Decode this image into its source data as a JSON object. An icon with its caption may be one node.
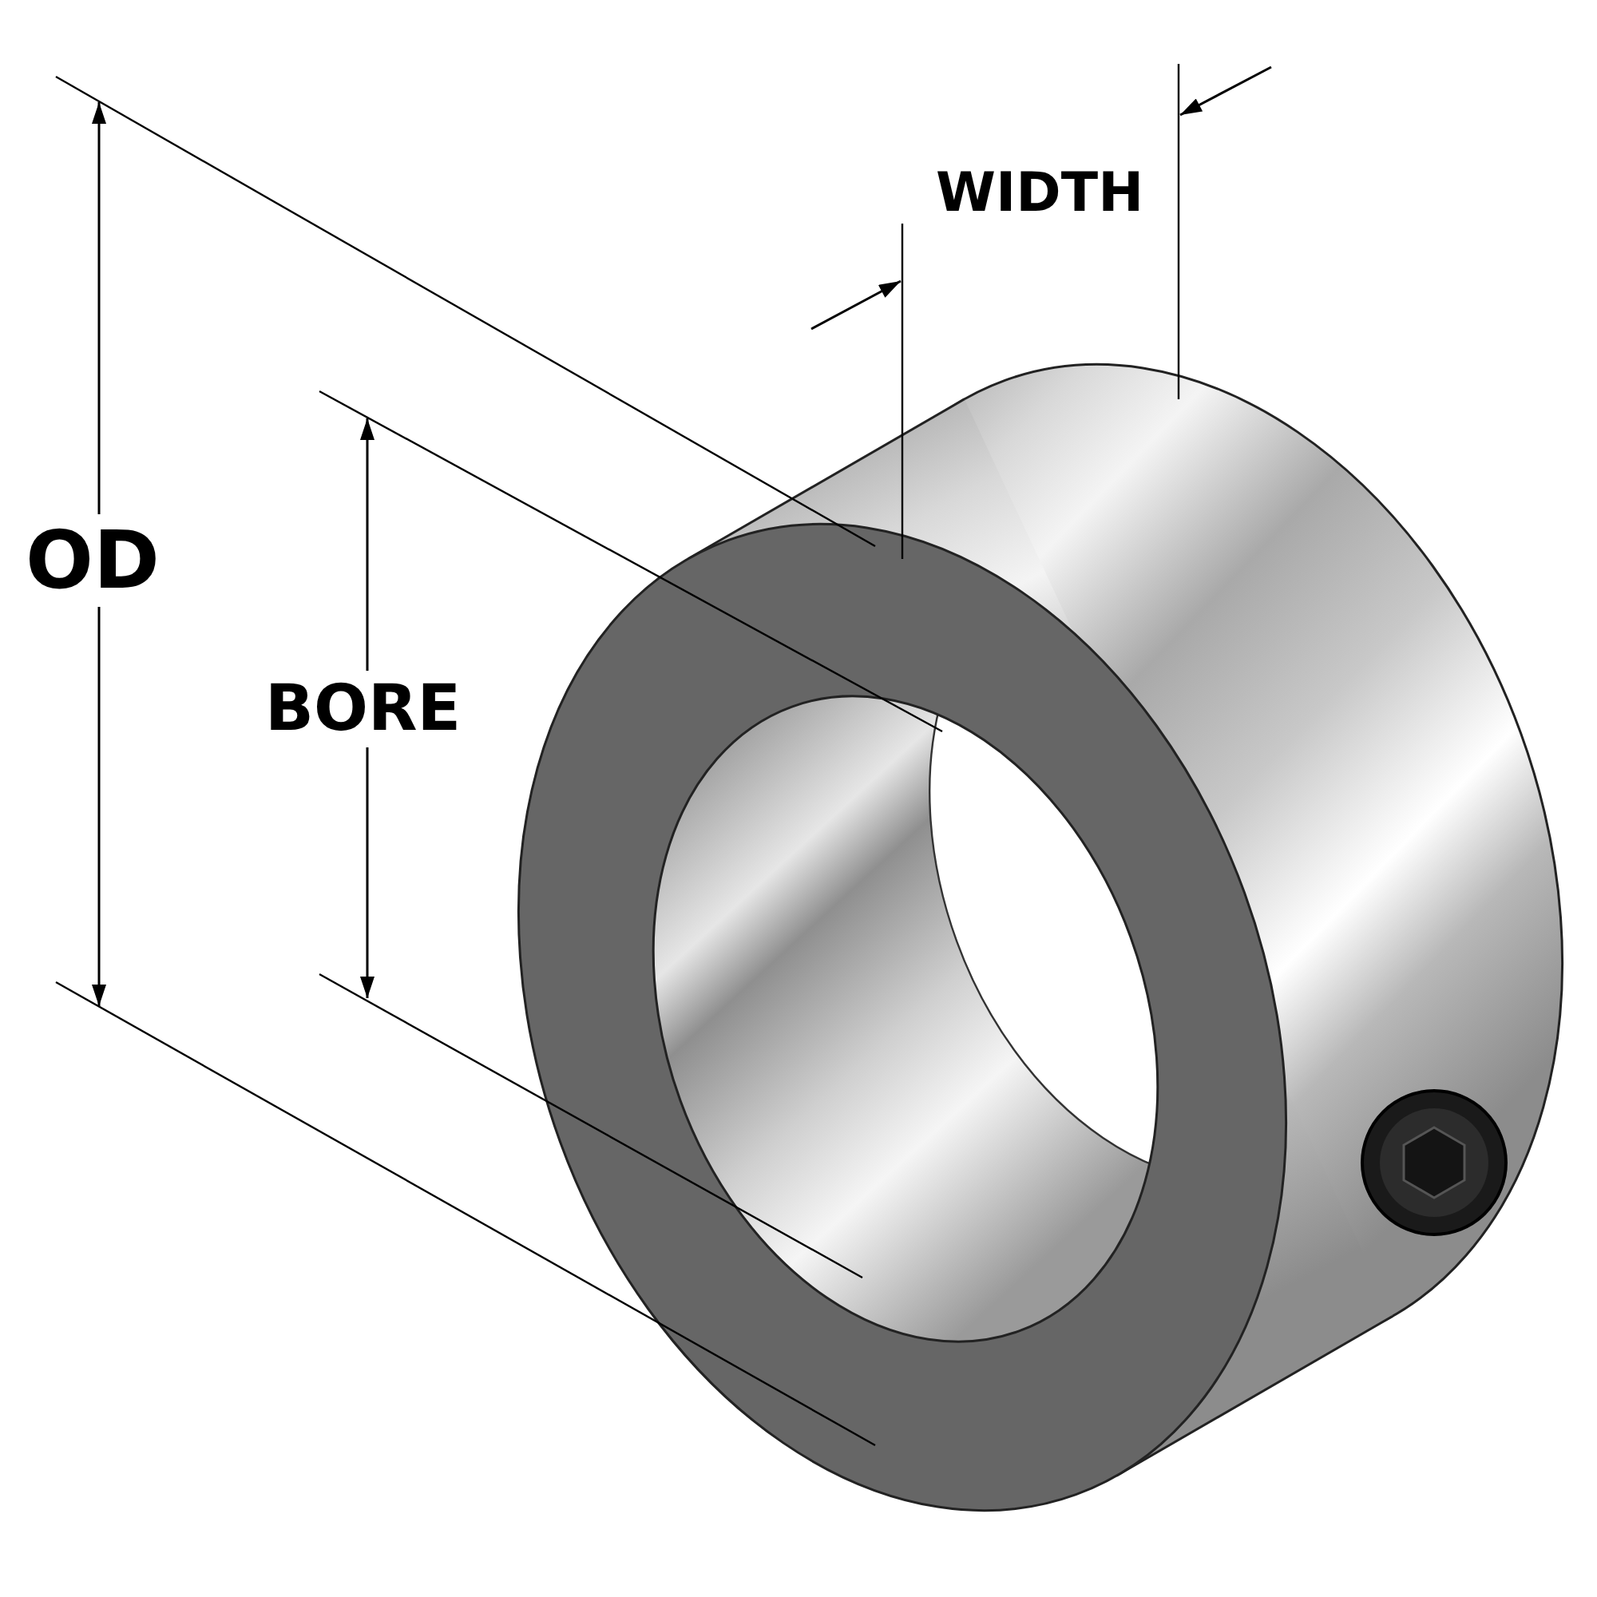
{
  "diagram": {
    "labels": [
      "WIDTH",
      "OD",
      "BORE"
    ]
  }
}
